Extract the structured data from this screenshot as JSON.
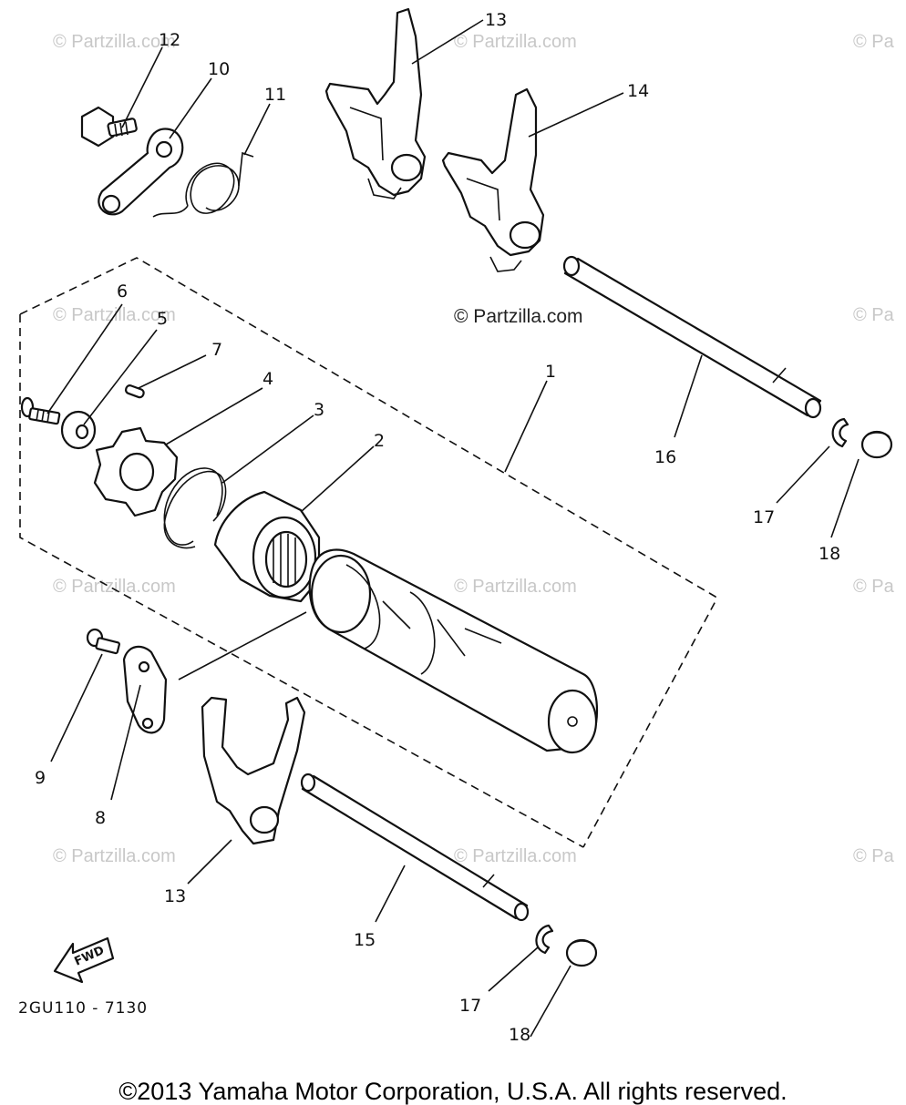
{
  "diagram": {
    "callouts": [
      "1",
      "2",
      "3",
      "4",
      "5",
      "6",
      "7",
      "8",
      "9",
      "10",
      "11",
      "12",
      "13",
      "13",
      "14",
      "15",
      "16",
      "17",
      "17",
      "18",
      "18"
    ],
    "drawing_code": "2GU110 - 7130",
    "fwd_label": "FWD",
    "watermark": "© Partzilla.com",
    "watermark_clipped": "© Pa",
    "watermark_center": "© Partzilla.com"
  },
  "footer": {
    "copyright": "©2013  Yamaha Motor Corporation, U.S.A. All rights reserved."
  }
}
